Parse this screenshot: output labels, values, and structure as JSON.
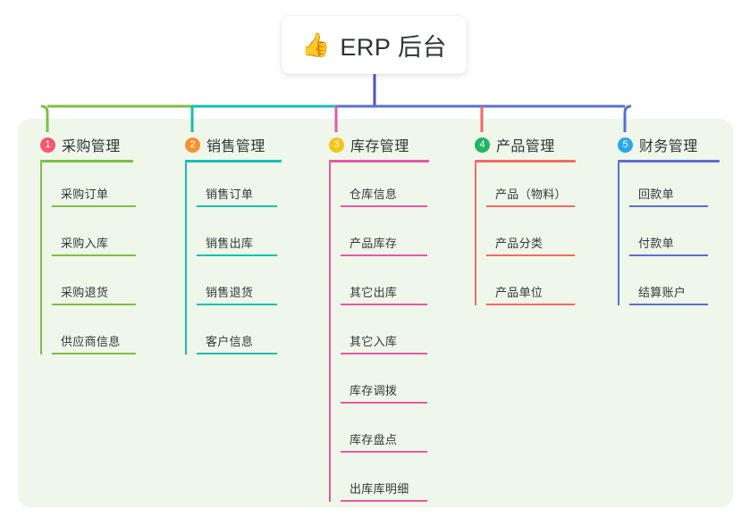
{
  "root": {
    "icon": "thumbs-up-emoji",
    "emoji": "👍",
    "title": "ERP 后台"
  },
  "panel": {
    "background": "#eef7e9"
  },
  "columns": [
    {
      "number": "1",
      "title": "采购管理",
      "badge_color": "#f9566f",
      "line_color": "#7cbf46",
      "items": [
        "采购订单",
        "采购入库",
        "采购退货",
        "供应商信息"
      ]
    },
    {
      "number": "2",
      "title": "销售管理",
      "badge_color": "#f59331",
      "line_color": "#17bfb0",
      "items": [
        "销售订单",
        "销售出库",
        "销售退货",
        "客户信息"
      ]
    },
    {
      "number": "3",
      "title": "库存管理",
      "badge_color": "#f5c518",
      "line_color": "#e559a4",
      "items": [
        "仓库信息",
        "产品库存",
        "其它出库",
        "其它入库",
        "库存调拨",
        "库存盘点",
        "出库库明细"
      ]
    },
    {
      "number": "4",
      "title": "产品管理",
      "badge_color": "#22b462",
      "line_color": "#f36a63",
      "items": [
        "产品（物料）",
        "产品分类",
        "产品单位"
      ]
    },
    {
      "number": "5",
      "title": "财务管理",
      "badge_color": "#2aa7e8",
      "line_color": "#5b6fd0",
      "items": [
        "回款单",
        "付款单",
        "结算账户"
      ]
    }
  ],
  "connector": {
    "trunk_color": "#4a53c4",
    "segment_colors": [
      "#7cbf46",
      "#17bfb0",
      "#5b6fd0",
      "#5b6fd0"
    ]
  }
}
